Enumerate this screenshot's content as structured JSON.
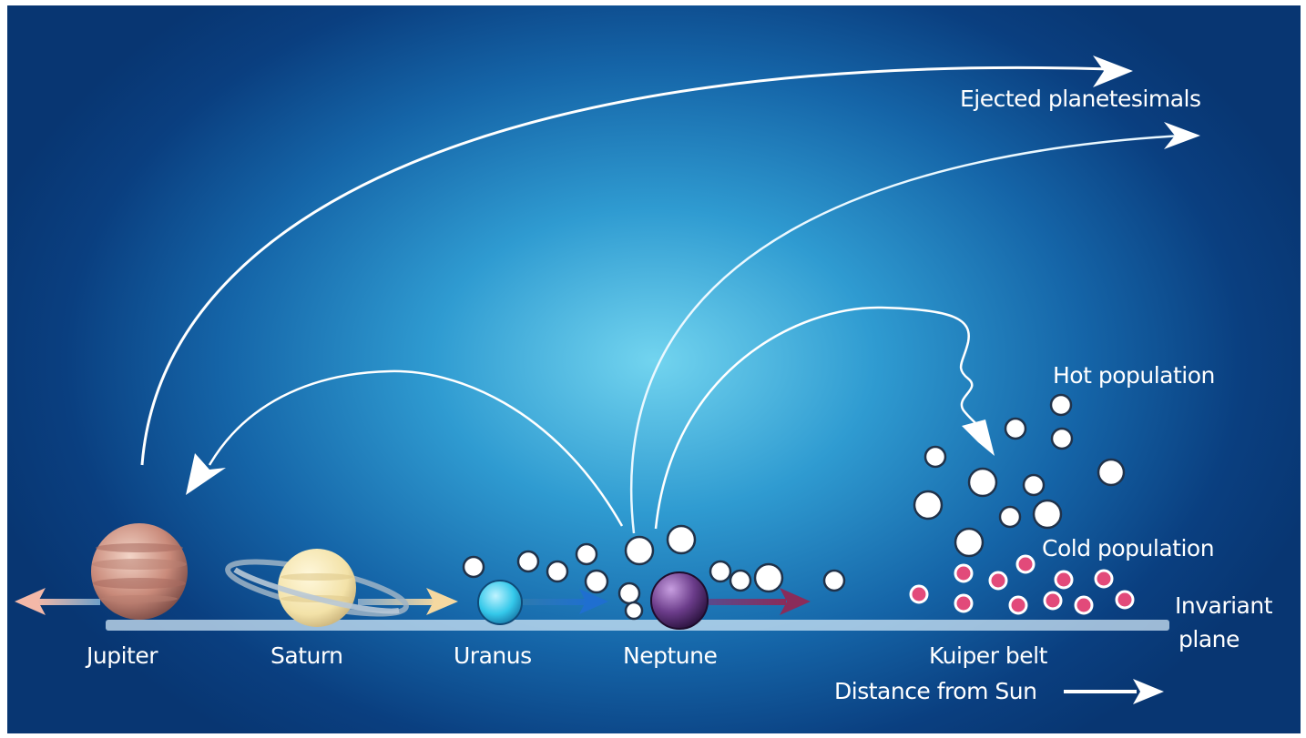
{
  "labels": {
    "ejected": "Ejected planetesimals",
    "hot_population": "Hot population",
    "cold_population": "Cold population",
    "invariant_plane_line1": "Invariant",
    "invariant_plane_line2": "plane",
    "kuiper_belt": "Kuiper belt",
    "distance_from_sun": "Distance from Sun"
  },
  "planets": [
    {
      "name": "Jupiter",
      "color": "#c98a7a"
    },
    {
      "name": "Saturn",
      "color": "#f3e2a8"
    },
    {
      "name": "Uranus",
      "color": "#34c8ea"
    },
    {
      "name": "Neptune",
      "color": "#6b3c8a"
    }
  ],
  "colors": {
    "background_center": "#72d4ef",
    "background_edge": "#083672",
    "plane": "#cfe6f5",
    "cold_population": "#e24a7a",
    "hot_population": "#ffffff",
    "arrows": "#ffffff"
  }
}
